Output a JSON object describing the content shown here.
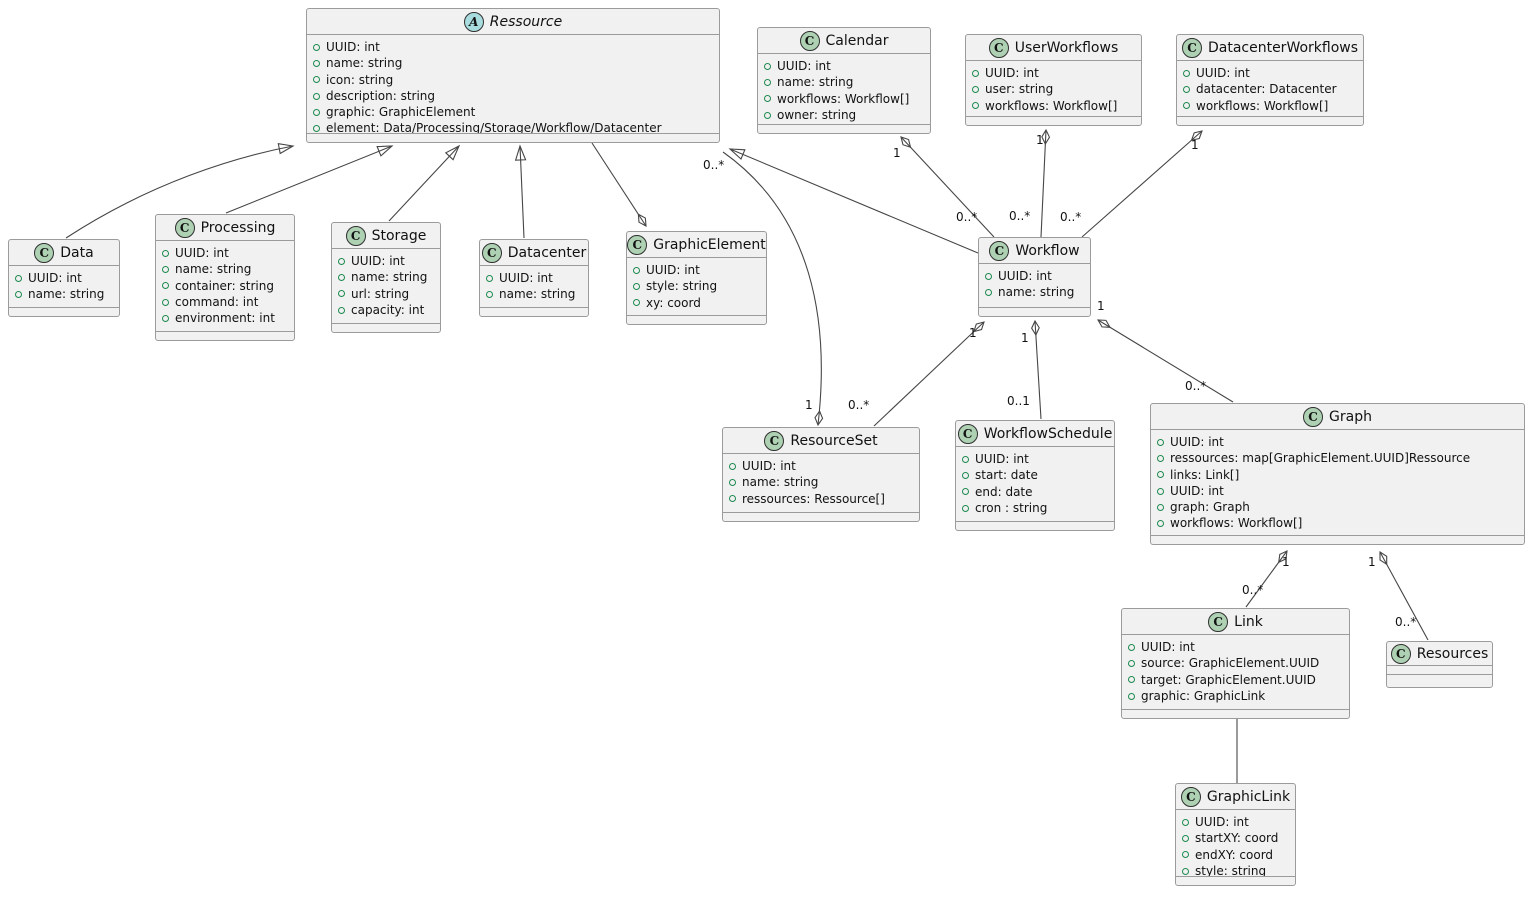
{
  "diagram": {
    "type": "uml-class-diagram",
    "classes": {
      "ressource": {
        "name": "Ressource",
        "badge": "A",
        "stereotype": "abstract",
        "attributes": [
          "UUID: int",
          "name: string",
          "icon: string",
          "description: string",
          "graphic: GraphicElement",
          "element: Data/Processing/Storage/Workflow/Datacenter"
        ]
      },
      "calendar": {
        "name": "Calendar",
        "badge": "C",
        "stereotype": "class",
        "attributes": [
          "UUID: int",
          "name: string",
          "workflows: Workflow[]",
          "owner: string"
        ]
      },
      "user_workflows": {
        "name": "UserWorkflows",
        "badge": "C",
        "stereotype": "class",
        "attributes": [
          "UUID: int",
          "user: string",
          "workflows: Workflow[]"
        ]
      },
      "datacenter_workflows": {
        "name": "DatacenterWorkflows",
        "badge": "C",
        "stereotype": "class",
        "attributes": [
          "UUID: int",
          "datacenter: Datacenter",
          "workflows: Workflow[]"
        ]
      },
      "data": {
        "name": "Data",
        "badge": "C",
        "stereotype": "class",
        "attributes": [
          "UUID: int",
          "name: string"
        ]
      },
      "processing": {
        "name": "Processing",
        "badge": "C",
        "stereotype": "class",
        "attributes": [
          "UUID: int",
          "name: string",
          "container: string",
          "command: int",
          "environment: int"
        ]
      },
      "storage": {
        "name": "Storage",
        "badge": "C",
        "stereotype": "class",
        "attributes": [
          "UUID: int",
          "name: string",
          "url: string",
          "capacity: int"
        ]
      },
      "datacenter": {
        "name": "Datacenter",
        "badge": "C",
        "stereotype": "class",
        "attributes": [
          "UUID: int",
          "name: string"
        ]
      },
      "graphic_element": {
        "name": "GraphicElement",
        "badge": "C",
        "stereotype": "class",
        "attributes": [
          "UUID: int",
          "style: string",
          "xy: coord"
        ]
      },
      "workflow": {
        "name": "Workflow",
        "badge": "C",
        "stereotype": "class",
        "attributes": [
          "UUID: int",
          "name: string"
        ]
      },
      "resource_set": {
        "name": "ResourceSet",
        "badge": "C",
        "stereotype": "class",
        "attributes": [
          "UUID: int",
          "name: string",
          "ressources: Ressource[]"
        ]
      },
      "workflow_schedule": {
        "name": "WorkflowSchedule",
        "badge": "C",
        "stereotype": "class",
        "attributes": [
          "UUID: int",
          "start: date",
          "end: date",
          "cron : string"
        ]
      },
      "graph": {
        "name": "Graph",
        "badge": "C",
        "stereotype": "class",
        "attributes": [
          "UUID: int",
          "ressources: map[GraphicElement.UUID]Ressource",
          "links: Link[]",
          "UUID: int",
          "graph: Graph",
          "workflows: Workflow[]"
        ]
      },
      "link": {
        "name": "Link",
        "badge": "C",
        "stereotype": "class",
        "attributes": [
          "UUID: int",
          "source: GraphicElement.UUID",
          "target: GraphicElement.UUID",
          "graphic: GraphicLink"
        ]
      },
      "resources": {
        "name": "Resources",
        "badge": "C",
        "stereotype": "class",
        "attributes": []
      },
      "graphic_link": {
        "name": "GraphicLink",
        "badge": "C",
        "stereotype": "class",
        "attributes": [
          "UUID: int",
          "startXY: coord",
          "endXY: coord",
          "style: string"
        ]
      }
    },
    "relationships": [
      {
        "from": "Data",
        "to": "Ressource",
        "type": "inheritance"
      },
      {
        "from": "Processing",
        "to": "Ressource",
        "type": "inheritance"
      },
      {
        "from": "Storage",
        "to": "Ressource",
        "type": "inheritance"
      },
      {
        "from": "Datacenter",
        "to": "Ressource",
        "type": "inheritance"
      },
      {
        "from": "Workflow",
        "to": "Ressource",
        "type": "inheritance"
      },
      {
        "from": "Ressource",
        "to": "GraphicElement",
        "type": "aggregation"
      },
      {
        "from": "Calendar",
        "to": "Workflow",
        "type": "aggregation",
        "from_mult": "1",
        "to_mult": "0..*"
      },
      {
        "from": "UserWorkflows",
        "to": "Workflow",
        "type": "aggregation",
        "from_mult": "1",
        "to_mult": "0..*"
      },
      {
        "from": "DatacenterWorkflows",
        "to": "Workflow",
        "type": "aggregation",
        "from_mult": "1",
        "to_mult": "0..*"
      },
      {
        "from": "ResourceSet",
        "to": "Ressource",
        "type": "aggregation",
        "from_mult": "1",
        "to_mult": "0..*"
      },
      {
        "from": "Workflow",
        "to": "ResourceSet",
        "type": "aggregation",
        "from_mult": "1",
        "to_mult": "0..*"
      },
      {
        "from": "Workflow",
        "to": "WorkflowSchedule",
        "type": "aggregation",
        "from_mult": "1",
        "to_mult": "0..1"
      },
      {
        "from": "Workflow",
        "to": "Graph",
        "type": "aggregation",
        "from_mult": "1",
        "to_mult": "0..*"
      },
      {
        "from": "Graph",
        "to": "Link",
        "type": "aggregation",
        "from_mult": "1",
        "to_mult": "0..*"
      },
      {
        "from": "Graph",
        "to": "Resources",
        "type": "aggregation",
        "from_mult": "1",
        "to_mult": "0..*"
      },
      {
        "from": "Link",
        "to": "GraphicLink",
        "type": "association"
      }
    ],
    "colors": {
      "box_fill": "#F1F1F1",
      "box_border": "#9B9B9B",
      "class_badge_fill": "#ADD1B2",
      "abstract_badge_fill": "#A9DCDF",
      "field_icon_stroke": "#1E8A50",
      "edge_stroke": "#454645"
    }
  }
}
